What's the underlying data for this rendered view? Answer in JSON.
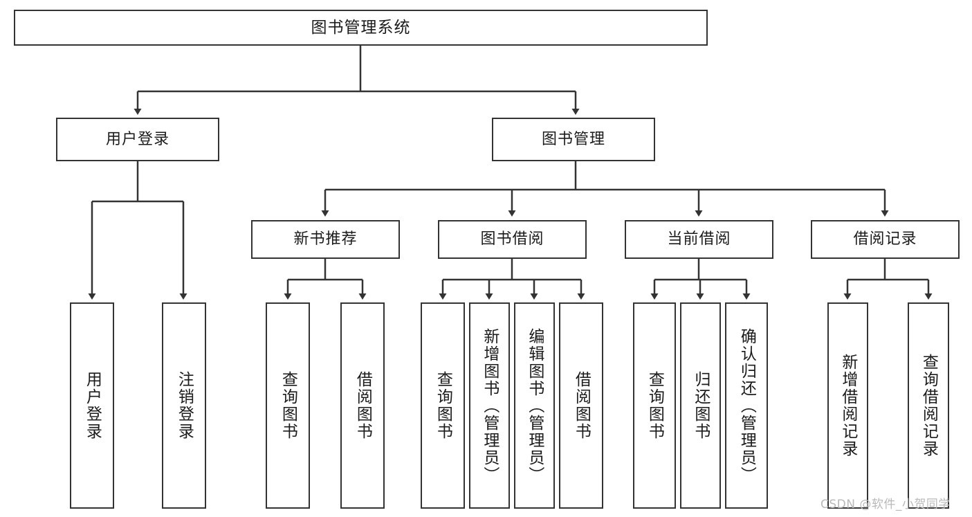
{
  "diagram": {
    "type": "tree-hierarchy",
    "title": "图书管理系统",
    "watermark": "CSDN @软件_小贺同学",
    "root": {
      "id": "root",
      "label": "图书管理系统"
    },
    "level2": [
      {
        "id": "user-login",
        "label": "用户登录"
      },
      {
        "id": "book-manage",
        "label": "图书管理"
      }
    ],
    "level3": [
      {
        "id": "new-book-rec",
        "label": "新书推荐",
        "parent": "book-manage"
      },
      {
        "id": "book-borrow",
        "label": "图书借阅",
        "parent": "book-manage"
      },
      {
        "id": "current-borrow",
        "label": "当前借阅",
        "parent": "book-manage"
      },
      {
        "id": "borrow-record",
        "label": "借阅记录",
        "parent": "book-manage"
      }
    ],
    "leaves": [
      {
        "id": "leaf-user-login",
        "label": "用户登录",
        "parent": "user-login"
      },
      {
        "id": "leaf-logout-login",
        "label": "注销登录",
        "parent": "user-login"
      },
      {
        "id": "leaf-query-book-1",
        "label": "查询图书",
        "parent": "new-book-rec"
      },
      {
        "id": "leaf-borrow-book-1",
        "label": "借阅图书",
        "parent": "new-book-rec"
      },
      {
        "id": "leaf-query-book-2",
        "label": "查询图书",
        "parent": "book-borrow"
      },
      {
        "id": "leaf-add-book",
        "label": "新增图书（管理员）",
        "parent": "book-borrow"
      },
      {
        "id": "leaf-edit-book",
        "label": "编辑图书（管理员）",
        "parent": "book-borrow"
      },
      {
        "id": "leaf-borrow-book-2",
        "label": "借阅图书",
        "parent": "book-borrow"
      },
      {
        "id": "leaf-query-book-3",
        "label": "查询图书",
        "parent": "current-borrow"
      },
      {
        "id": "leaf-return-book",
        "label": "归还图书",
        "parent": "current-borrow"
      },
      {
        "id": "leaf-confirm-return",
        "label": "确认归还（管理员）",
        "parent": "current-borrow"
      },
      {
        "id": "leaf-add-record",
        "label": "新增借阅记录",
        "parent": "borrow-record"
      },
      {
        "id": "leaf-query-record",
        "label": "查询借阅记录",
        "parent": "borrow-record"
      }
    ],
    "colors": {
      "stroke": "#333333",
      "fill": "#ffffff",
      "text": "#1b1b1b",
      "watermark": "#b9b9b9"
    }
  }
}
